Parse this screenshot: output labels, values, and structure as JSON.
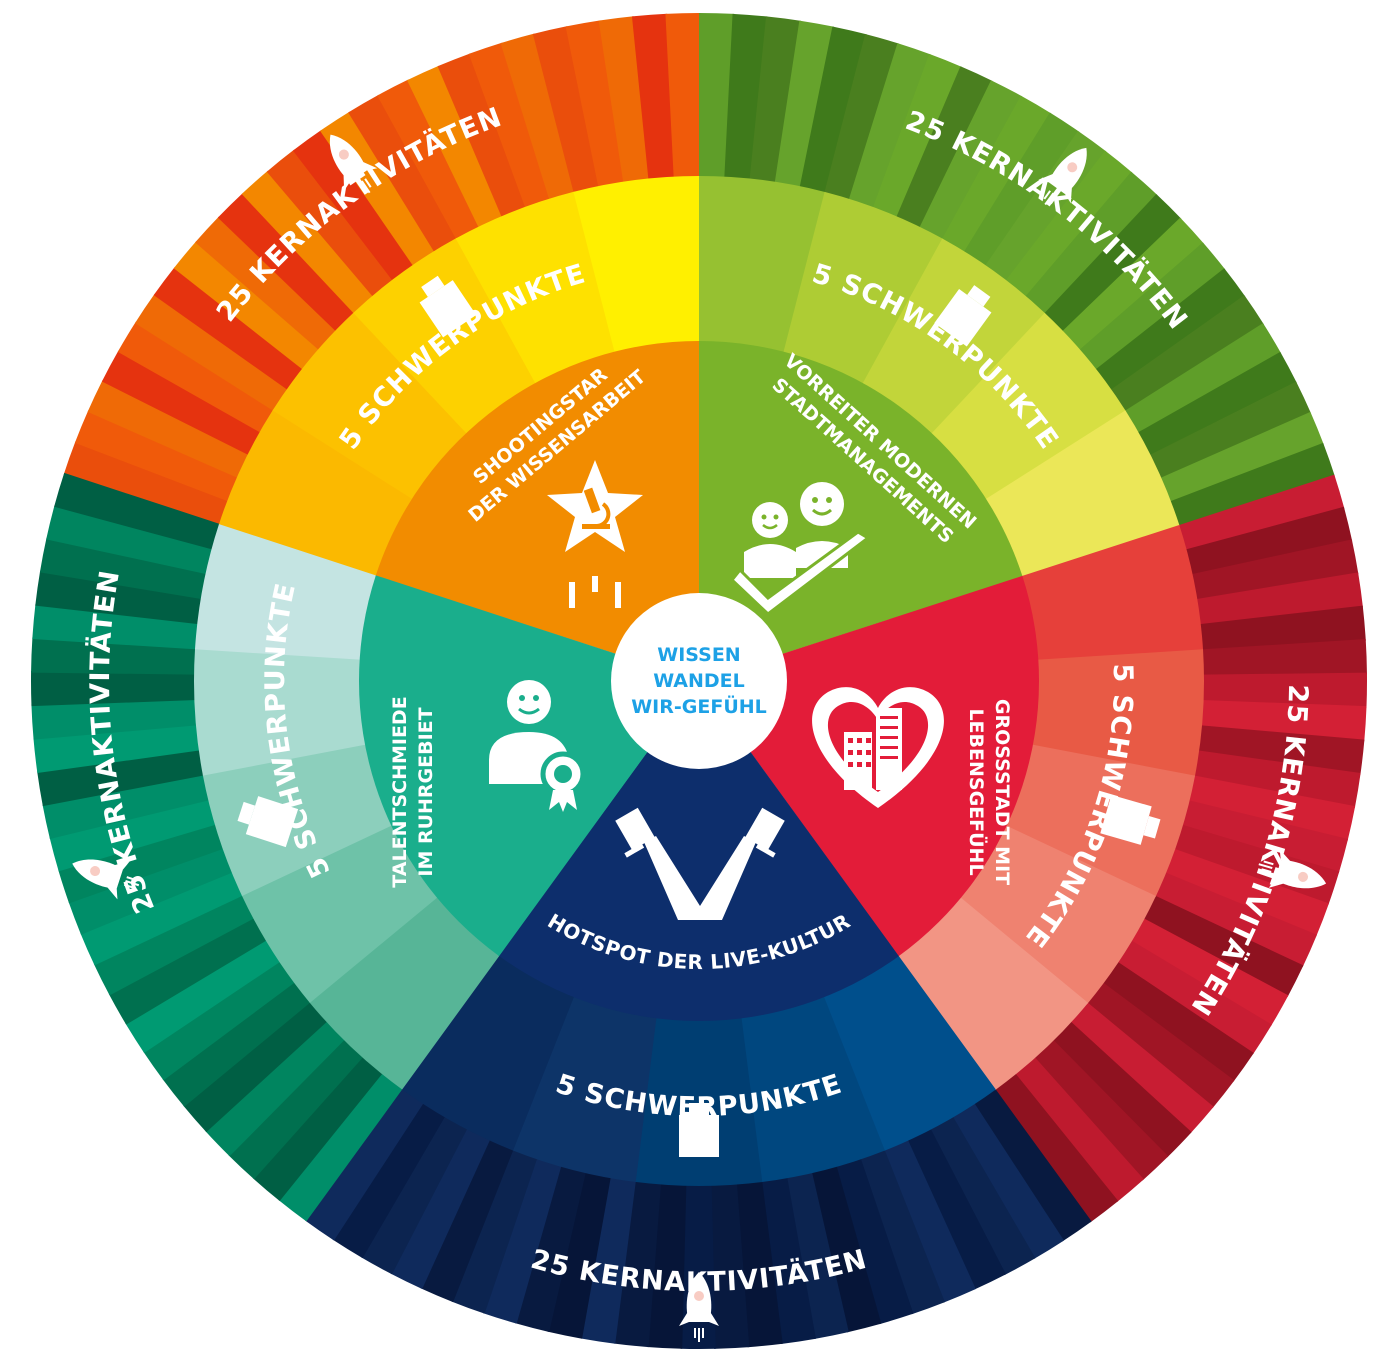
{
  "center": {
    "lines": [
      "WISSEN",
      "WANDEL",
      "WIR-GEFÜHL"
    ],
    "color": "#1da1e6"
  },
  "sectors": [
    {
      "id": "knowledge",
      "title_lines": [
        "SHOOTINGSTAR",
        "DER WISSENSARBEIT"
      ],
      "schwerpunkte": "5 SCHWERPUNKTE",
      "kernaktivitaeten": "25 KERNAKTIVITÄTEN",
      "icon": "microscope-star-icon",
      "core_color": "#f28c00",
      "mid_colors": [
        "#fbb900",
        "#fcc100",
        "#fdd100",
        "#fee100",
        "#fff000"
      ],
      "outer_colors": [
        "#ea4e0c",
        "#ef6a06",
        "#f38700",
        "#f05a0a",
        "#e5330f"
      ]
    },
    {
      "id": "city",
      "title_lines": [
        "VORREITER MODERNEN",
        "STADTMANAGEMENTS"
      ],
      "schwerpunkte": "5 SCHWERPUNKTE",
      "kernaktivitaeten": "25 KERNAKTIVITÄTEN",
      "icon": "team-check-icon",
      "core_color": "#7ab32a",
      "mid_colors": [
        "#96c131",
        "#aecc34",
        "#c2d53a",
        "#d7df42",
        "#ebe758"
      ],
      "outer_colors": [
        "#5f9e29",
        "#4a7f1f",
        "#6aa82a",
        "#3f7a1b",
        "#66a32c"
      ]
    },
    {
      "id": "city-life",
      "title_lines": [
        "GROSSSTADT MIT",
        "LEBENSGEFÜHL"
      ],
      "schwerpunkte": "5 SCHWERPUNKTE",
      "kernaktivitaeten": "25 KERNAKTIVITÄTEN",
      "icon": "heart-city-icon",
      "core_color": "#e31c39",
      "mid_colors": [
        "#e6403a",
        "#e85a45",
        "#ec6f5c",
        "#ef8270",
        "#f29584"
      ],
      "outer_colors": [
        "#c81d33",
        "#a01525",
        "#d32035",
        "#8f1220",
        "#be1a2e"
      ]
    },
    {
      "id": "culture",
      "title_lines": [
        "HOTSPOT DER LIVE-KULTUR"
      ],
      "schwerpunkte": "5 SCHWERPUNKTE",
      "kernaktivitaeten": "25 KERNAKTIVITÄTEN",
      "icon": "spotlight-icon",
      "core_color": "#0d2e6c",
      "mid_colors": [
        "#004f8c",
        "#00477f",
        "#003e72",
        "#0d3468",
        "#0a2c5e"
      ],
      "outer_colors": [
        "#081a40",
        "#0c2450",
        "#061538",
        "#0f2a5c",
        "#071c46"
      ]
    },
    {
      "id": "talent",
      "title_lines": [
        "TALENTSCHMIEDE",
        "IM RUHRGEBIET"
      ],
      "schwerpunkte": "5 SCHWERPUNKTE",
      "kernaktivitaeten": "25 KERNAKTIVITÄTEN",
      "icon": "graduate-medal-icon",
      "core_color": "#1aae8c",
      "mid_colors": [
        "#57b597",
        "#6ec2a8",
        "#8ccfbc",
        "#a9dbd0",
        "#c4e4e2"
      ],
      "outer_colors": [
        "#008e69",
        "#00704f",
        "#009a72",
        "#005f44",
        "#00855f"
      ]
    }
  ]
}
